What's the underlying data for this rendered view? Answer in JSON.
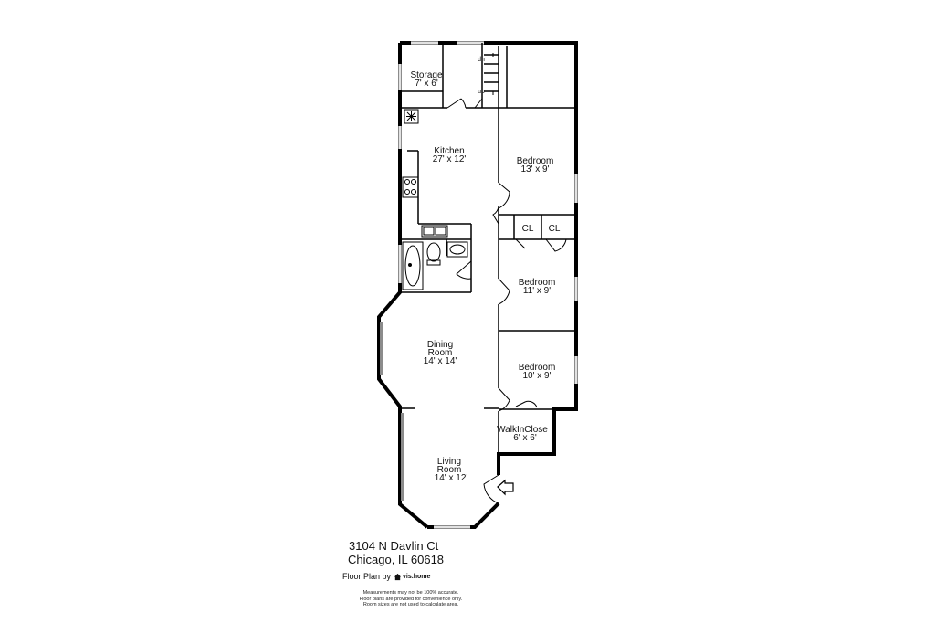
{
  "rooms": {
    "storage": {
      "name": "Storage",
      "dims": "7' x 6'"
    },
    "kitchen": {
      "name": "Kitchen",
      "dims": "27' x 12'"
    },
    "bedroom1": {
      "name": "Bedroom",
      "dims": "13' x 9'"
    },
    "closet1": {
      "name": "CL"
    },
    "closet2": {
      "name": "CL"
    },
    "bedroom2": {
      "name": "Bedroom",
      "dims": "11' x 9'"
    },
    "dining": {
      "name1": "Dining",
      "name2": "Room",
      "dims": "14' x 14'"
    },
    "bedroom3": {
      "name": "Bedroom",
      "dims": "10' x 9'"
    },
    "walkin": {
      "name": "WalkInClose",
      "dims": "6' x 6'"
    },
    "living": {
      "name1": "Living",
      "name2": "Room",
      "dims": "14' x 12'"
    }
  },
  "stairs": {
    "down": "dn",
    "up": "up"
  },
  "footer": {
    "address_line1": "3104 N Davlin Ct",
    "address_line2": "Chicago, IL 60618",
    "floorplan_by": "Floor Plan by",
    "brand": "vis.home",
    "disclaimer_line1": "Measurements may not be 100% accurate.",
    "disclaimer_line2": "Floor plans are provided for convenience only.",
    "disclaimer_line3": "Room sizes are not used to calculate area."
  },
  "icons": [
    "entry-arrow-icon",
    "house-logo-icon",
    "fan-icon"
  ],
  "colors": {
    "wall": "#000000",
    "window": "#9a9a9a",
    "background": "#ffffff"
  }
}
